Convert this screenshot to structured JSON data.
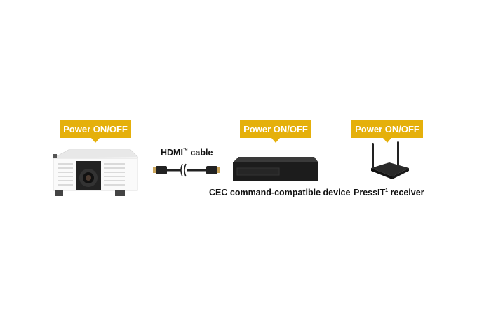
{
  "labels": {
    "projector": "Power ON/OFF",
    "cec_device": "Power ON/OFF",
    "receiver": "Power ON/OFF"
  },
  "cable": {
    "name": "HDMI",
    "tm": "™",
    "suffix": " cable"
  },
  "captions": {
    "cec_device": "CEC command-compatible device",
    "receiver_name": "PressIT",
    "receiver_sup": "1",
    "receiver_suffix": " receiver"
  },
  "colors": {
    "label_bg": "#e5b00b"
  }
}
